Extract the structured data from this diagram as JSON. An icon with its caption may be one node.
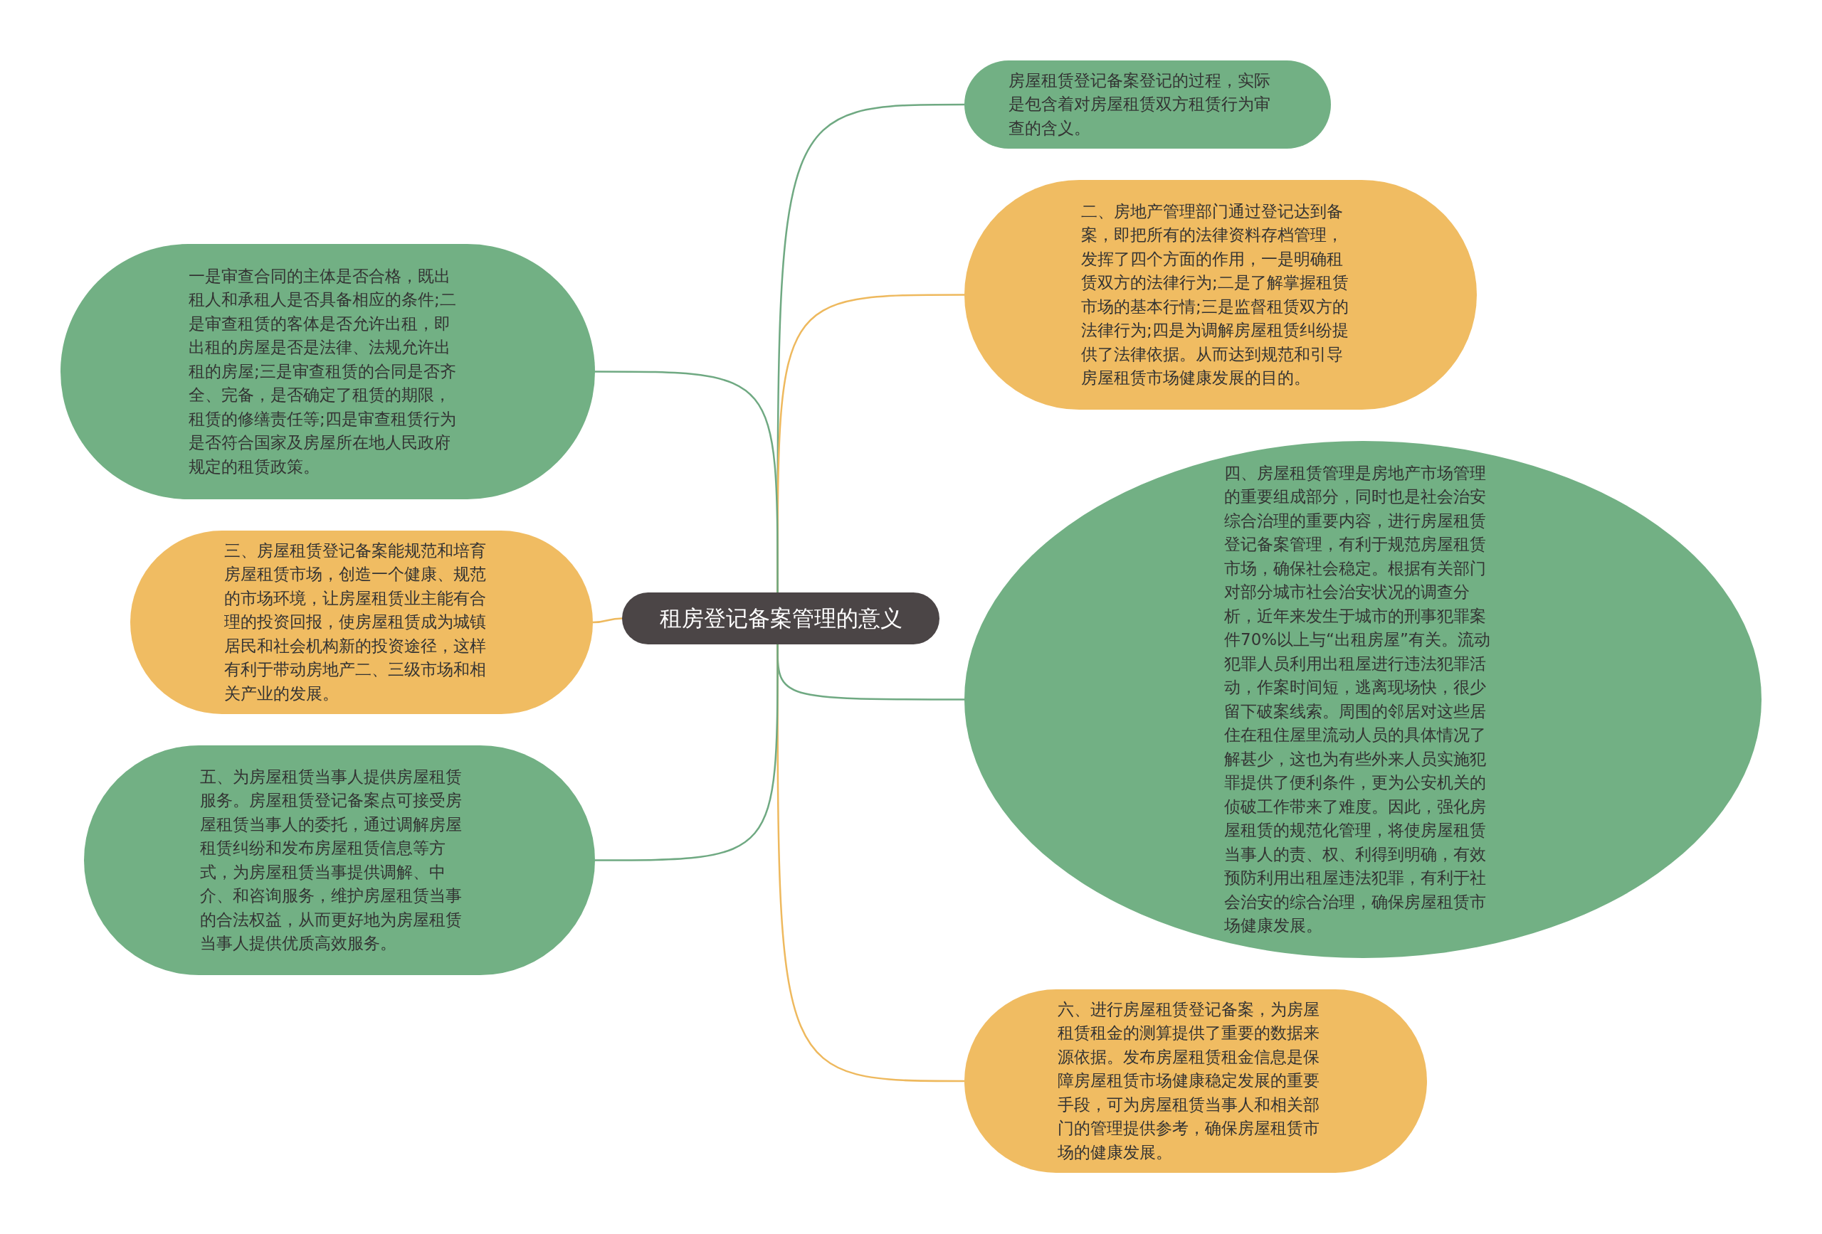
{
  "diagram": {
    "nodes": [
      {
        "text": [
          "租房登记备案管理的意义"
        ]
      },
      {
        "text": [
          "房屋租赁登记备案登记的过程，实际是包含着对房屋租赁双方租赁行为审查的含义。"
        ]
      },
      {
        "text": [
          "二、房地产管理部门通过登记达到备案，即把所有的法律资料存档管理，发挥了四个方面的作用，一是明确租赁双方的法律行为;二是了解掌握租赁市场的基本行情;三是监督租赁双方的法律行为;四是为调解房屋租赁纠纷提供了法律依据。从而达到规范和引导房屋租赁市场健康发展的目的。"
        ]
      },
      {
        "text": [
          "四、房屋租赁管理是房地产市场管理的重要组成部分，同时也是社会治安综合治理的重要内容，进行房屋租赁登记备案管理，有利于规范房屋租赁市场，确保社会稳定。根据有关部门对部分城市社会治安状况的调查分析，近年来发生于城市的刑事犯罪案件70%以上与“出租房屋”有关。流动犯罪人员利用出租屋进行违法犯罪活动，作案时间短，逃离现场快，很少留下破案线索。周围的邻居对这些居住在租住屋里流动人员的具体情况了解甚少，这也为有些外来人员实施犯罪提供了便利条件，更为公安机关的侦破工作带来了难度。因此，强化房屋租赁的规范化管理，将使房屋租赁当事人的责、权、利得到明确，有效预防利用出租屋违法犯罪，有利于社会治安的综合治理，确保房屋租赁市场健康发展。"
        ]
      },
      {
        "text": [
          "六、进行房屋租赁登记备案，为房屋租赁租金的测算提供了重要的数据来源依据。发布房屋租赁租金信息是保障房屋租赁市场健康稳定发展的重要手段，可为房屋租赁当事人和相关部门的管理提供参考，确保房屋租赁市场的健康发展。"
        ]
      },
      {
        "text": [
          "一是审查合同的主体是否合格，既出租人和承租人是否具备相应的条件;二是审查租赁的客体是否允许出租，即出租的房屋是否是法律、法规允许出租的房屋;三是审查租赁的合同是否齐全、完备，是否确定了租赁的期限，租赁的修缮责任等;四是审查租赁行为是否符合国家及房屋所在地人民政府规定的租赁政策。"
        ]
      },
      {
        "text": [
          "三、房屋租赁登记备案能规范和培育房屋租赁市场，创造一个健康、规范的市场环境，让房屋租赁业主能有合理的投资回报，使房屋租赁成为城镇居民和社会机构新的投资途径，这样有利于带动房地产二、三级市场和相关产业的发展。"
        ]
      },
      {
        "text": [
          "五、为房屋租赁当事人提供房屋租赁服务。房屋租赁登记备案点可接受房屋租赁当事人的委托，通过调解房屋租赁纠纷和发布房屋租赁信息等方式，为房屋租赁当事提供调解、中介、和咨询服务，维护房屋租赁当事的合法权益，从而更好地为房屋租赁当事人提供优质高效服务。"
        ]
      }
    ],
    "edges": [
      {
        "from": 0,
        "to": 1,
        "arrow": "none"
      },
      {
        "from": 0,
        "to": 2,
        "arrow": "none",
        "color": "#eeb95e"
      },
      {
        "from": 0,
        "to": 3,
        "arrow": "none"
      },
      {
        "from": 0,
        "to": 4,
        "arrow": "none",
        "color": "#eeb95e"
      },
      {
        "from": 0,
        "to": 5,
        "arrow": "none"
      },
      {
        "from": 0,
        "to": 6,
        "arrow": "none",
        "color": "#eeb95e"
      },
      {
        "from": 0,
        "to": 7,
        "arrow": "none"
      }
    ]
  }
}
